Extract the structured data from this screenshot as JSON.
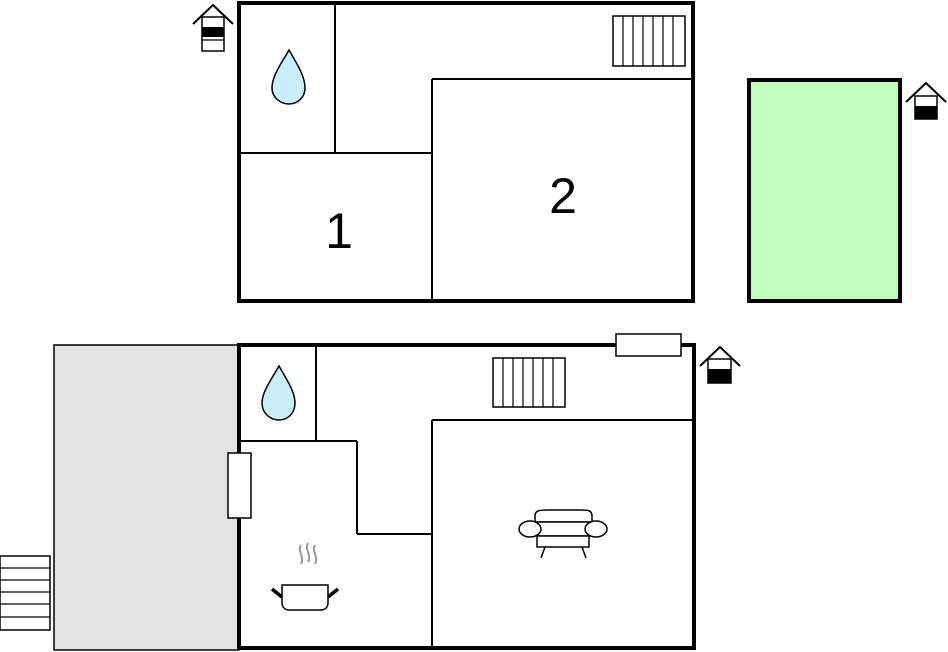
{
  "colors": {
    "wall": "#000000",
    "background": "#ffffff",
    "pool": "#c1ffbf",
    "terrace": "#e3e3e3",
    "water": "#c9eef8",
    "icon_dark": "#000000"
  },
  "upper_floor": {
    "rooms": [
      {
        "name": "bedroom-1",
        "label": "1"
      },
      {
        "name": "bedroom-2",
        "label": "2"
      }
    ],
    "icons": [
      "water-drop-icon",
      "radiator-icon",
      "house-exit-icon"
    ]
  },
  "pool": {
    "icon": "house-exit-icon"
  },
  "ground_floor": {
    "icons": [
      "water-drop-icon",
      "radiator-icon",
      "cooking-pot-icon",
      "sofa-icon",
      "house-exit-icon",
      "window-icon"
    ],
    "terrace": {
      "icon": "stairs-icon"
    }
  }
}
